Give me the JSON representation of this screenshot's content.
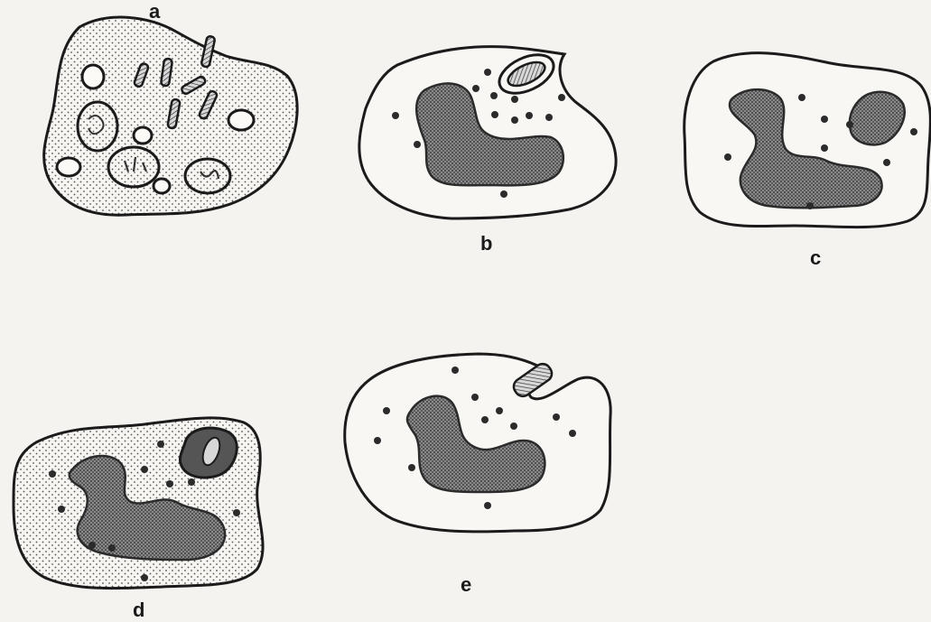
{
  "figure": {
    "panels": [
      {
        "id": "a",
        "label": "a"
      },
      {
        "id": "b",
        "label": "b"
      },
      {
        "id": "c",
        "label": "c"
      },
      {
        "id": "d",
        "label": "d"
      },
      {
        "id": "e",
        "label": "e"
      }
    ]
  },
  "colors": {
    "background": "#f4f3ef",
    "outline": "#1b1b1b",
    "nucleus_fill": "#6e6e6e",
    "granule": "#2b2b2b",
    "cytoplasm": "#f7f6f2"
  }
}
